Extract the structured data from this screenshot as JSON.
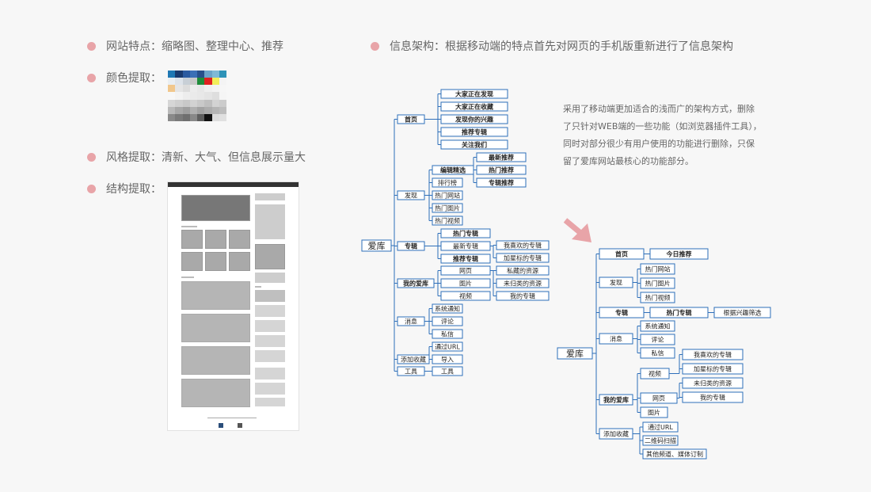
{
  "bullets": {
    "site_features": "网站特点：缩略图、整理中心、推荐",
    "color_extract": "颜色提取：",
    "style_extract": "风格提取：清新、大气、但信息展示量大",
    "structure_extract": "结构提取：",
    "info_arch": "信息架构：根据移动端的特点首先对网页的手机版重新进行了信息架构"
  },
  "palette": [
    "#1f78b4",
    "#1a3a6e",
    "#2b5aa0",
    "#3b6fb6",
    "#28508a",
    "#6ba3c8",
    "#7fb9d6",
    "#2e93b8",
    "#e9eef2",
    "#dde3ea",
    "#c8cfd6",
    "#c9c9c9",
    "#1f8c3a",
    "#e02020",
    "#f2ee5a",
    "#f4f4f4",
    "#f1c78c",
    "#e5e5e5",
    "#dcdcdc",
    "#ececec",
    "#e7e7e7",
    "#efefef",
    "#f3f3f3",
    "#f6f6f6",
    "#f7f7f7",
    "#f3f3f3",
    "#ededed",
    "#eaeaea",
    "#e8e8e8",
    "#e4e4e4",
    "#dedede",
    "#f5f5f5",
    "#d6d6d6",
    "#cfcfcf",
    "#c8c8c8",
    "#d2d2d2",
    "#c9c9c9",
    "#bfbfbf",
    "#d3d3d3",
    "#cccccc",
    "#b9b9b9",
    "#a8a8a8",
    "#9e9e9e",
    "#b0b0b0",
    "#a2a2a2",
    "#acacac",
    "#b5b5b5",
    "#bdbdbd",
    "#8a8a8a",
    "#7a7a7a",
    "#6f6f6f",
    "#888888",
    "#5e5e5e",
    "#111111",
    "#dcdcdc",
    "#e0e0e0"
  ],
  "description": [
    "采用了移动端更加适合的浅而广的架构方式，删除",
    "了只针对WEB端的一些功能（如浏览器插件工具），",
    "同时对部分很少有用户使用的功能进行删除，只保",
    "留了爱库网站最核心的功能部分。"
  ],
  "colors": {
    "accent": "#e8a4a8",
    "node_border": "#2e6fba",
    "line": "#2e6fba"
  },
  "tree1": {
    "root": "爱库",
    "home": "首页",
    "home_c": [
      "大家正在发现",
      "大家正在收藏",
      "发现你的兴趣",
      "推荐专辑",
      "关注我们"
    ],
    "discover": "发现",
    "editor": "编辑精选",
    "editor_c": [
      "最新推荐",
      "热门推荐",
      "专辑推荐"
    ],
    "discover_c": [
      "排行榜",
      "热门网站",
      "热门图片",
      "热门视频"
    ],
    "album": "专辑",
    "album_c": [
      "热门专辑",
      "最新专辑",
      "推荐专辑"
    ],
    "mine": "我的爱库",
    "mine_c": [
      "网页",
      "图片",
      "视频"
    ],
    "mine_r": [
      "我喜欢的专辑",
      "加星标的专辑",
      "私藏的资源",
      "未归类的资源",
      "我的专辑"
    ],
    "msg": "消息",
    "msg_c": [
      "系统通知",
      "评论",
      "私信"
    ],
    "fav": "添加收藏",
    "fav_c": [
      "通过URL",
      "导入"
    ],
    "tools": "工具",
    "tools_c": [
      "工具"
    ]
  },
  "tree2": {
    "root": "爱库",
    "home": "首页",
    "home_c": "今日推荐",
    "discover": "发现",
    "discover_c": [
      "热门网站",
      "热门图片",
      "热门视频"
    ],
    "album": "专辑",
    "album_c": "热门专辑",
    "album_cc": "根据兴趣筛选",
    "msg": "消息",
    "msg_c": [
      "系统通知",
      "评论",
      "私信"
    ],
    "mine": "我的爱库",
    "mine_c": [
      "视频",
      "网页",
      "图片"
    ],
    "mine_r": [
      "我喜欢的专辑",
      "加星标的专辑",
      "未归类的资源",
      "我的专辑"
    ],
    "fav": "添加收藏",
    "fav_c": [
      "通过URL",
      "二维码扫描",
      "其他频道、媒体订制"
    ]
  }
}
